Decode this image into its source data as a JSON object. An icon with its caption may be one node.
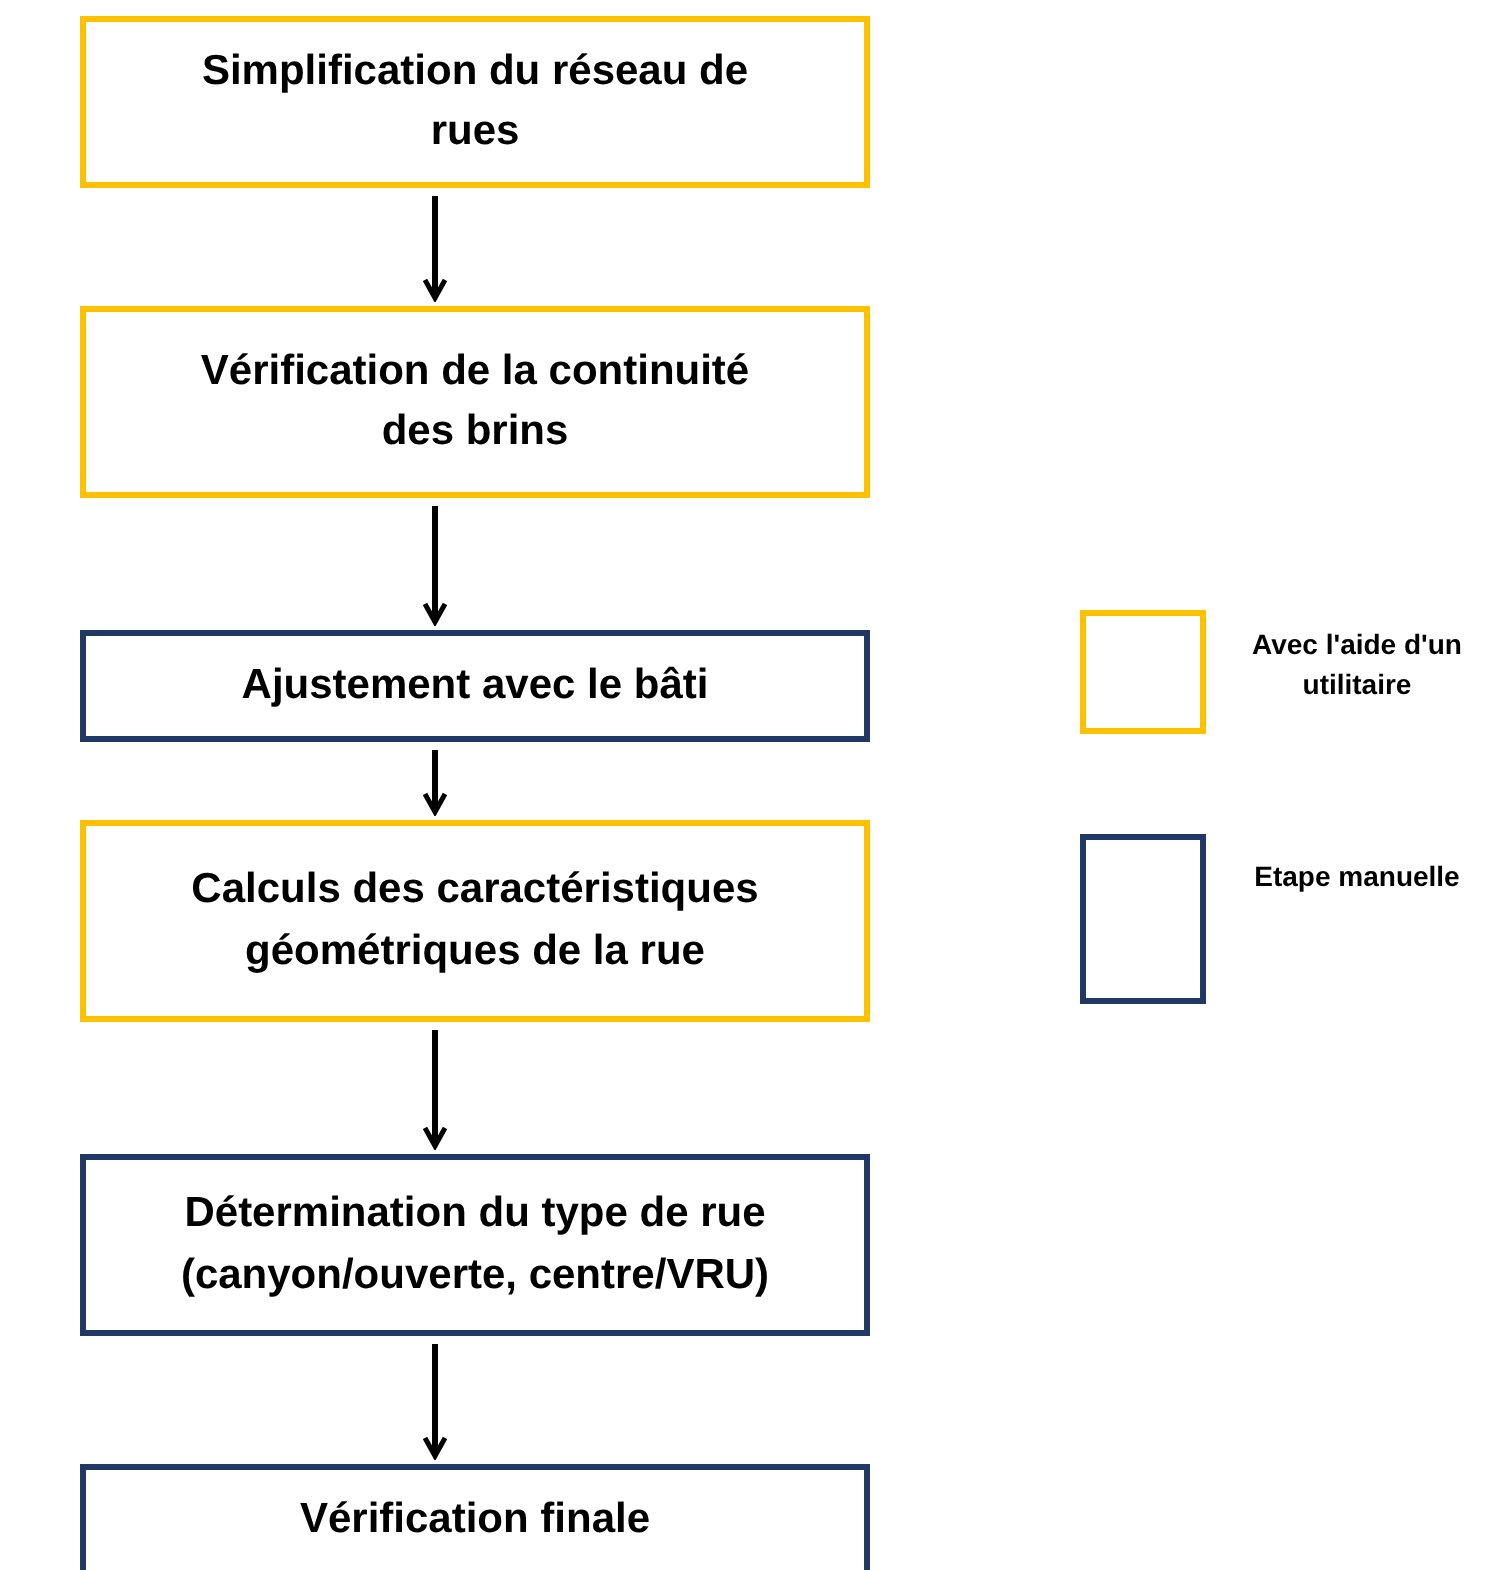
{
  "diagram": {
    "nodes": [
      {
        "text": [
          "Simplification du réseau de rues"
        ]
      },
      {
        "text": [
          "Vérification de la continuité des brins"
        ]
      },
      {
        "text": [
          "Ajustement avec le bâti"
        ]
      },
      {
        "text": [
          "Calculs des caractéristiques géométriques de la rue"
        ]
      },
      {
        "text": [
          "Détermination du type de rue (canyon/ouverte, centre/VRU)"
        ]
      },
      {
        "text": [
          "Vérification finale"
        ]
      }
    ],
    "edges": [
      {
        "from": 0,
        "to": 1,
        "arrow": "to"
      },
      {
        "from": 1,
        "to": 2,
        "arrow": "to"
      },
      {
        "from": 2,
        "to": 3,
        "arrow": "to"
      },
      {
        "from": 3,
        "to": 4,
        "arrow": "to"
      },
      {
        "from": 4,
        "to": 5,
        "arrow": "to"
      }
    ],
    "legend": [
      {
        "text": "Avec l'aide d'un utilitaire",
        "color": "#ffc000"
      },
      {
        "text": "Etape manuelle",
        "color": "#1f3864"
      }
    ]
  }
}
